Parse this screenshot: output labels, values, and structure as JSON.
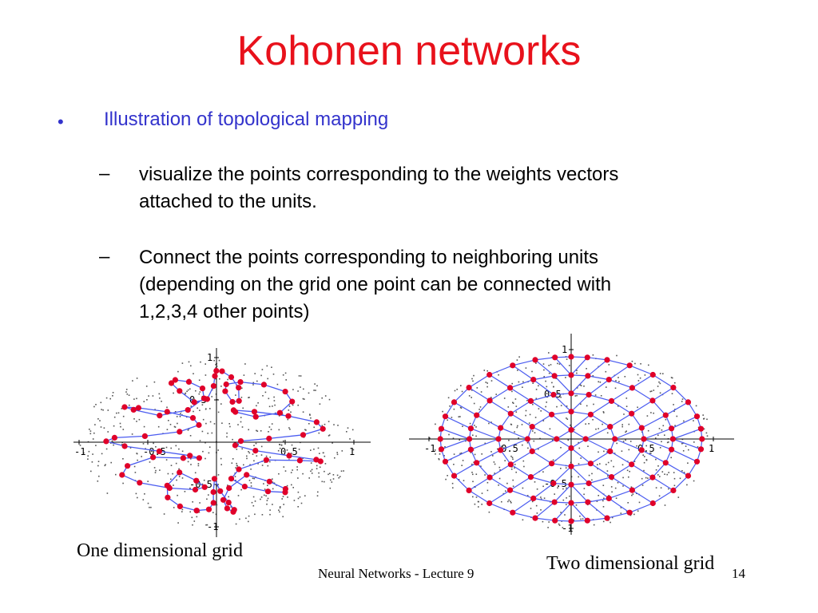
{
  "slide": {
    "title": "Kohonen networks",
    "bullet": "Illustration of topological mapping",
    "bullet_marker": "•",
    "dash_marker": "–",
    "sub_items": [
      [
        "visualize the points corresponding to the weights vectors",
        "attached to the units."
      ],
      [
        "Connect the points corresponding to neighboring units",
        "(depending on the grid one point can be connected with",
        "1,2,3,4 other points)"
      ]
    ]
  },
  "figures": {
    "left_caption": "One dimensional grid",
    "right_caption": "Two dimensional grid",
    "axis_ticks": {
      "x": [
        "-1",
        "-0.5",
        "0.5",
        "1"
      ],
      "y": [
        "1",
        "0.5",
        "-0.5",
        "-1"
      ]
    },
    "colors": {
      "node": "#e0002a",
      "link": "#4b5cf0",
      "sample": "#555555",
      "axis": "#000000"
    }
  },
  "footer": {
    "text": "Neural Networks - Lecture 9",
    "page": "14"
  }
}
